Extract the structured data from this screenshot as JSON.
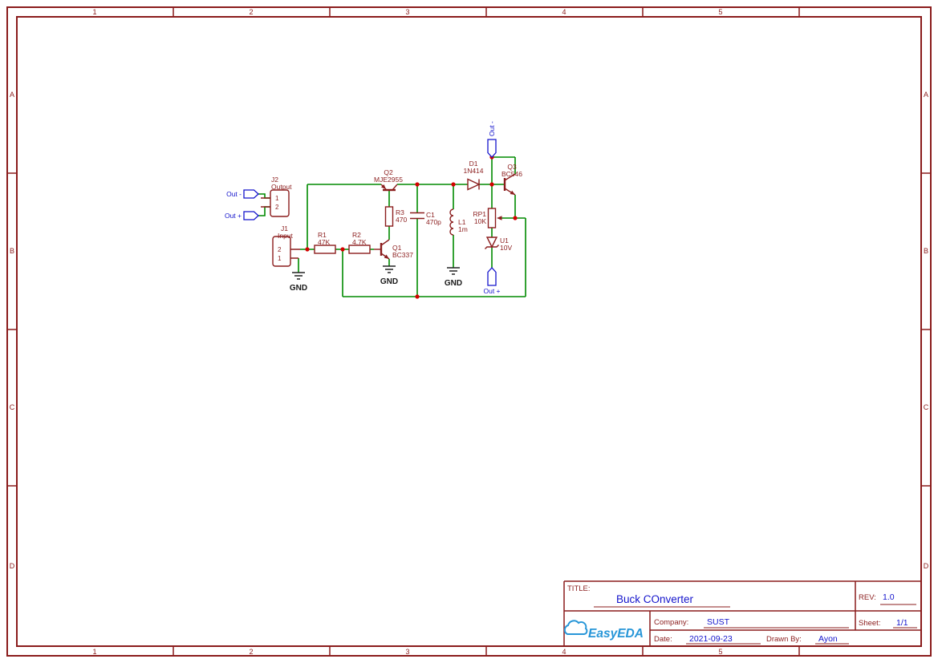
{
  "sheet": {
    "cols": [
      "1",
      "2",
      "3",
      "4",
      "5"
    ],
    "rows": [
      "A",
      "B",
      "C",
      "D"
    ]
  },
  "title_block": {
    "title_label": "TITLE:",
    "title": "Buck COnverter",
    "rev_label": "REV:",
    "rev": "1.0",
    "company_label": "Company:",
    "company": "SUST",
    "sheet_label": "Sheet:",
    "sheet": "1/1",
    "date_label": "Date:",
    "date": "2021-09-23",
    "drawn_by_label": "Drawn By:",
    "drawn_by": "Ayon",
    "logo_text": "EasyEDA"
  },
  "components": {
    "j2": {
      "ref": "J2",
      "value": "Output",
      "pin_top": "1",
      "pin_bottom": "2"
    },
    "j1": {
      "ref": "J1",
      "value": "Input",
      "pin_top": "2",
      "pin_bottom": "1"
    },
    "r1": {
      "ref": "R1",
      "value": "47K"
    },
    "r2": {
      "ref": "R2",
      "value": "4.7K"
    },
    "r3": {
      "ref": "R3",
      "value": "470"
    },
    "c1": {
      "ref": "C1",
      "value": "470p"
    },
    "l1": {
      "ref": "L1",
      "value": "1m"
    },
    "d1": {
      "ref": "D1",
      "value": "1N414"
    },
    "q1": {
      "ref": "Q1",
      "value": "BC337"
    },
    "q2": {
      "ref": "Q2",
      "value": "MJE2955"
    },
    "q3": {
      "ref": "Q3",
      "value": "BC546"
    },
    "rp1": {
      "ref": "RP1",
      "value": "10K"
    },
    "u1": {
      "ref": "U1",
      "value": "10V"
    }
  },
  "net_flags": {
    "out_minus": "Out -",
    "out_plus": "Out +",
    "gnd": "GND"
  },
  "colors": {
    "frame": "#8a1c1c",
    "component": "#8b1d1d",
    "wire": "#008a00",
    "junction": "#d40000",
    "net_blue": "#1414cc",
    "logo_blue": "#2796d8"
  }
}
